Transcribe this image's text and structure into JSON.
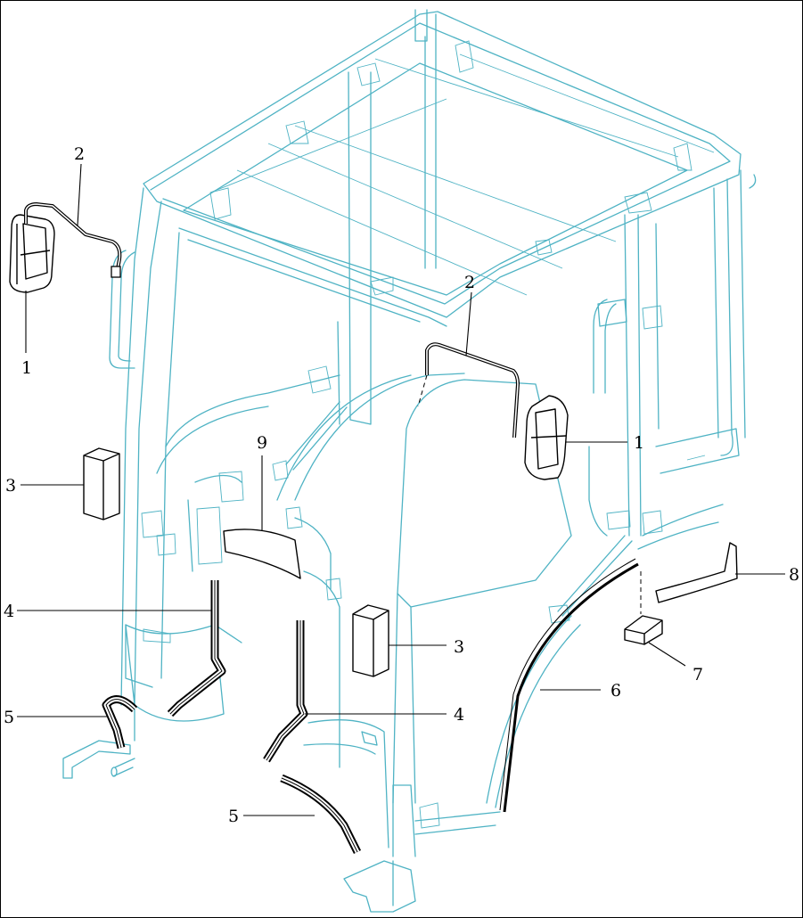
{
  "callouts": {
    "mirror_left": "1",
    "mirror_right": "1",
    "bracket_left": "2",
    "bracket_right": "2",
    "block_left": "3",
    "block_center": "3",
    "seal_left": "4",
    "seal_center": "4",
    "corner_seal_left": "5",
    "corner_seal_center": "5",
    "arch_seal": "6",
    "pad": "7",
    "fender_seal": "8",
    "rubber_strip": "9"
  },
  "colors": {
    "cab_line": "#4fb3c4",
    "part_line": "#000000",
    "background": "#ffffff"
  }
}
